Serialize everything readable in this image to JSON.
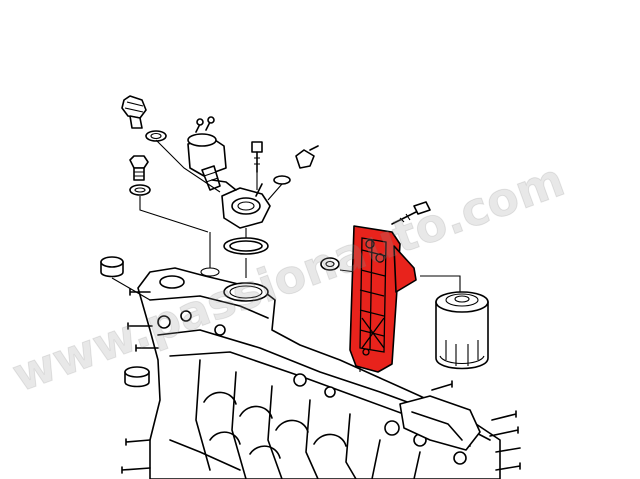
{
  "watermark": {
    "text": "www.passionauto.com"
  },
  "colors": {
    "highlight": "#e8231c",
    "line": "#000000",
    "background": "#ffffff"
  },
  "diagram": {
    "highlighted_part": "oil-filter-bracket",
    "parts": [
      "oil-pressure-switch",
      "banjo-fitting",
      "sender-bolt",
      "temperature-sender",
      "oil-drain-plug",
      "o-ring",
      "crankcase",
      "oil-filter",
      "mounting-bolt",
      "crankcase-studs"
    ]
  }
}
